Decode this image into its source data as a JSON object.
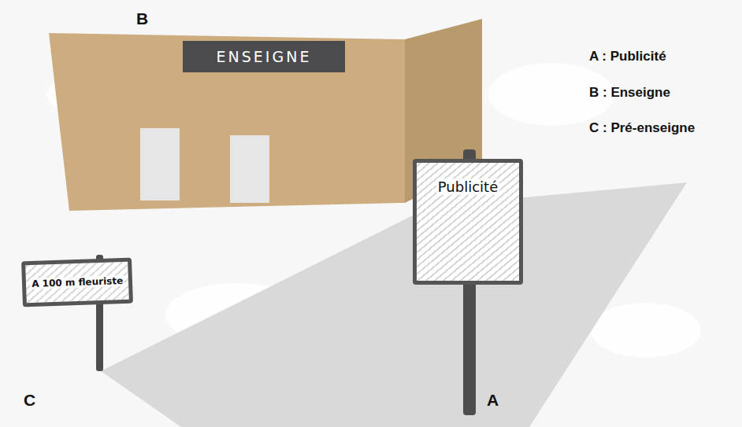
{
  "diagram": {
    "nodes": [
      {
        "text": [
          "ENSEIGNE"
        ]
      },
      {
        "text": [
          "Publicité"
        ]
      },
      {
        "text": [
          "A 100 m fleuriste"
        ]
      }
    ],
    "labels": [
      "B",
      "A : Publicité",
      "B : Enseigne",
      "C : Pré-enseigne",
      "C",
      "A"
    ]
  }
}
